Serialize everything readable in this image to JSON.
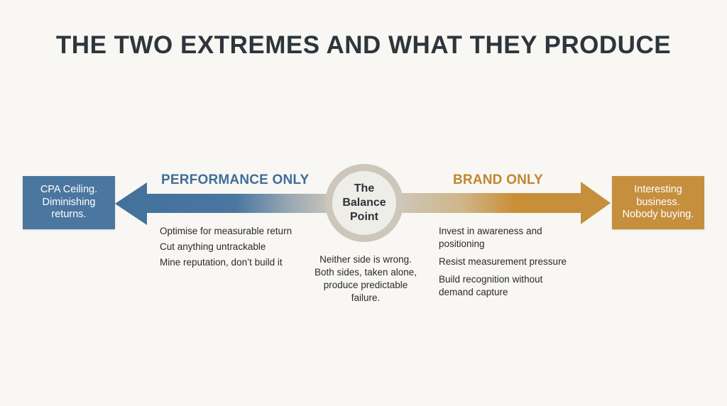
{
  "title": "THE TWO EXTREMES AND WHAT THEY PRODUCE",
  "left": {
    "label": "PERFORMANCE ONLY",
    "outcome": "CPA Ceiling.\nDiminishing\nreturns.",
    "color": "#4a76a0",
    "arrow_direction": "left",
    "items": [
      "Optimise for measurable return",
      "Cut anything untrackable",
      "Mine reputation, don’t build it"
    ]
  },
  "center": {
    "label": "The\nBalance\nPoint",
    "note": "Neither side is wrong.\nBoth sides, taken alone,\nproduce predictable\nfailure.",
    "ring_color": "#cdc7bb",
    "fill_color": "#efede8"
  },
  "right": {
    "label": "BRAND ONLY",
    "outcome": "Interesting\nbusiness.\nNobody buying.",
    "color": "#c58f3e",
    "arrow_direction": "right",
    "items": [
      "Invest in awareness and positioning",
      "Resist measurement pressure",
      "Build recognition without demand capture"
    ]
  }
}
